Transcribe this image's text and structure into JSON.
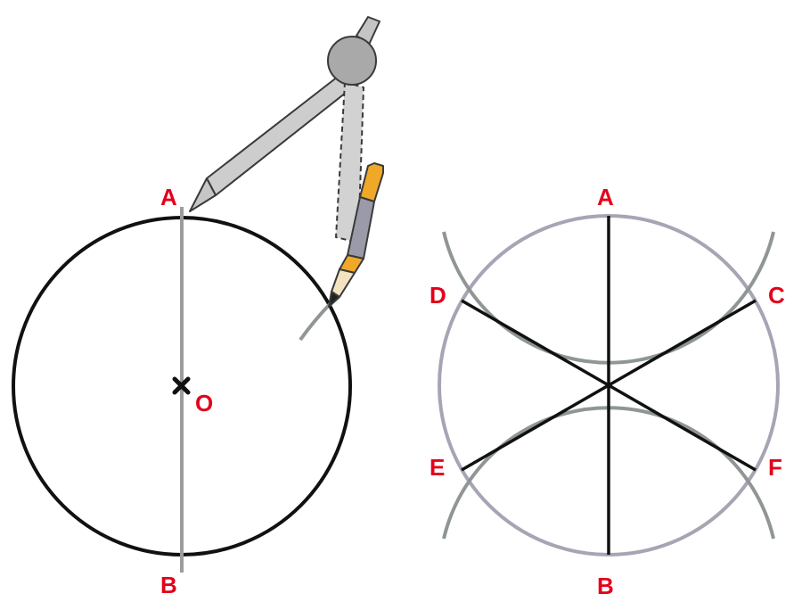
{
  "colors": {
    "label": "#e3001b",
    "circle_left": "#111111",
    "circle_right": "#a7a5b4",
    "arc": "#8f9694",
    "spoke": "#111111",
    "diameter_line": "#9a9d9c",
    "compass_body": "#c8c8c8",
    "compass_outline": "#3a3a3a",
    "pencil_wood": "#f0a828",
    "pencil_grip": "#9a9aa8"
  },
  "left_figure": {
    "label_top": "A",
    "label_bottom": "B",
    "label_center": "O",
    "center_mark_icon": "x-mark-icon",
    "compass_icon": "compass-icon"
  },
  "right_figure": {
    "label_a": "A",
    "label_b": "B",
    "label_c": "C",
    "label_d": "D",
    "label_e": "E",
    "label_f": "F"
  }
}
